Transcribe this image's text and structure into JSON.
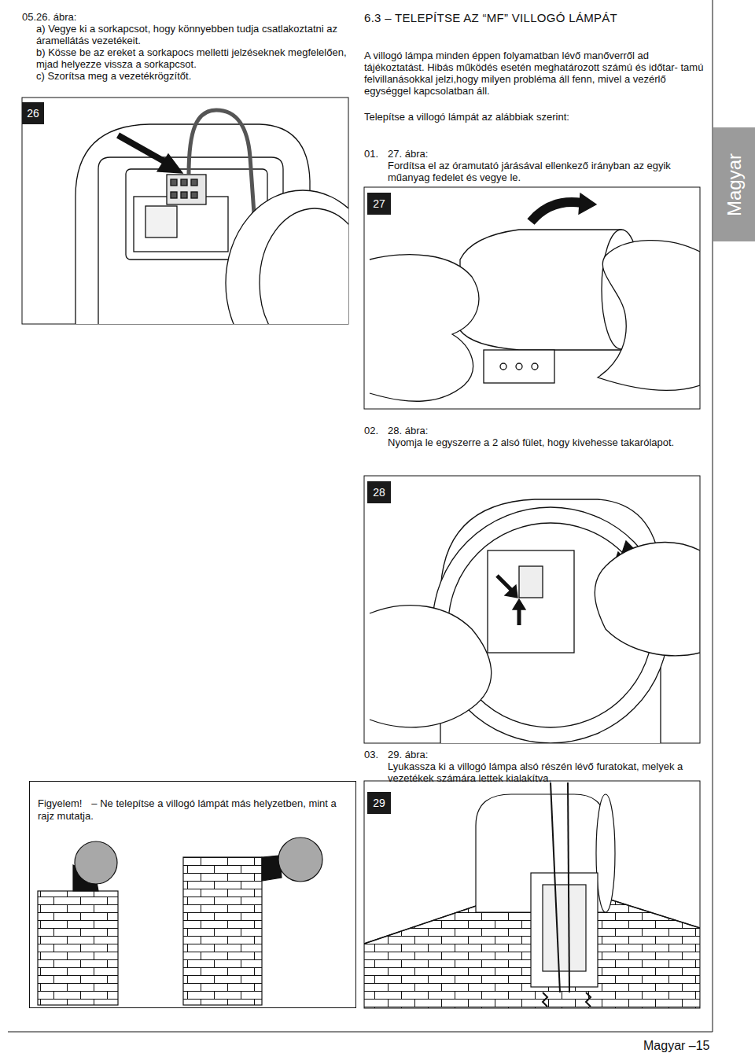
{
  "diagram": {
    "title": "6.3 – TELEPÍTSE AZ “MF” VILLOGÓ LÁMPÁT",
    "nodes": [
      {
        "text": [
          "26"
        ]
      },
      {
        "text": [
          "Magyar"
        ]
      },
      {
        "text": [
          "27"
        ]
      },
      {
        "text": [
          "28"
        ]
      },
      {
        "text": [
          "Figyelem!",
          "– Ne telepítse a villogó lámpát más helyzetben, mint a rajz mutatja."
        ]
      },
      {
        "text": [
          "29"
        ]
      }
    ],
    "labels": [
      "05.",
      "26. ábra:",
      "a) Vegye ki a sorkapcsot, hogy könnyebben tudja csatlakoztatni az áramellátás vezetékeit.",
      "b) Kösse be az ereket a sorkapocs melletti jelzéseknek megfelelően, mjad helyezze vissza a sorkapcsot.",
      "c) Szorítsa meg a vezetékrögzítőt.",
      "A villogó lámpa minden éppen folyamatban lévő manőverről ad tájékoztatást. Hibás működés esetén meghatározott számú és időtar- tamú felvillanásokkal jelzi,hogy milyen probléma áll fenn, mivel a vezérlő egységgel kapcsolatban áll.",
      "Telepítse a villogó lámpát az alábbiak szerint:",
      "01.",
      "27. ábra:",
      "Fordítsa el az óramutató járásával ellenkező irányban az egyik műanyag fedelet és vegye le.",
      "02.",
      "28. ábra:",
      "Nyomja le egyszerre a 2 alsó fület, hogy kivehesse takarólapot.",
      "03.",
      "29. ábra:",
      "Lyukassza ki a villogó lámpa alsó részén lévő furatokat, melyek a vezetékek számára lettek kialakítva.",
      "Magyar –15"
    ]
  }
}
